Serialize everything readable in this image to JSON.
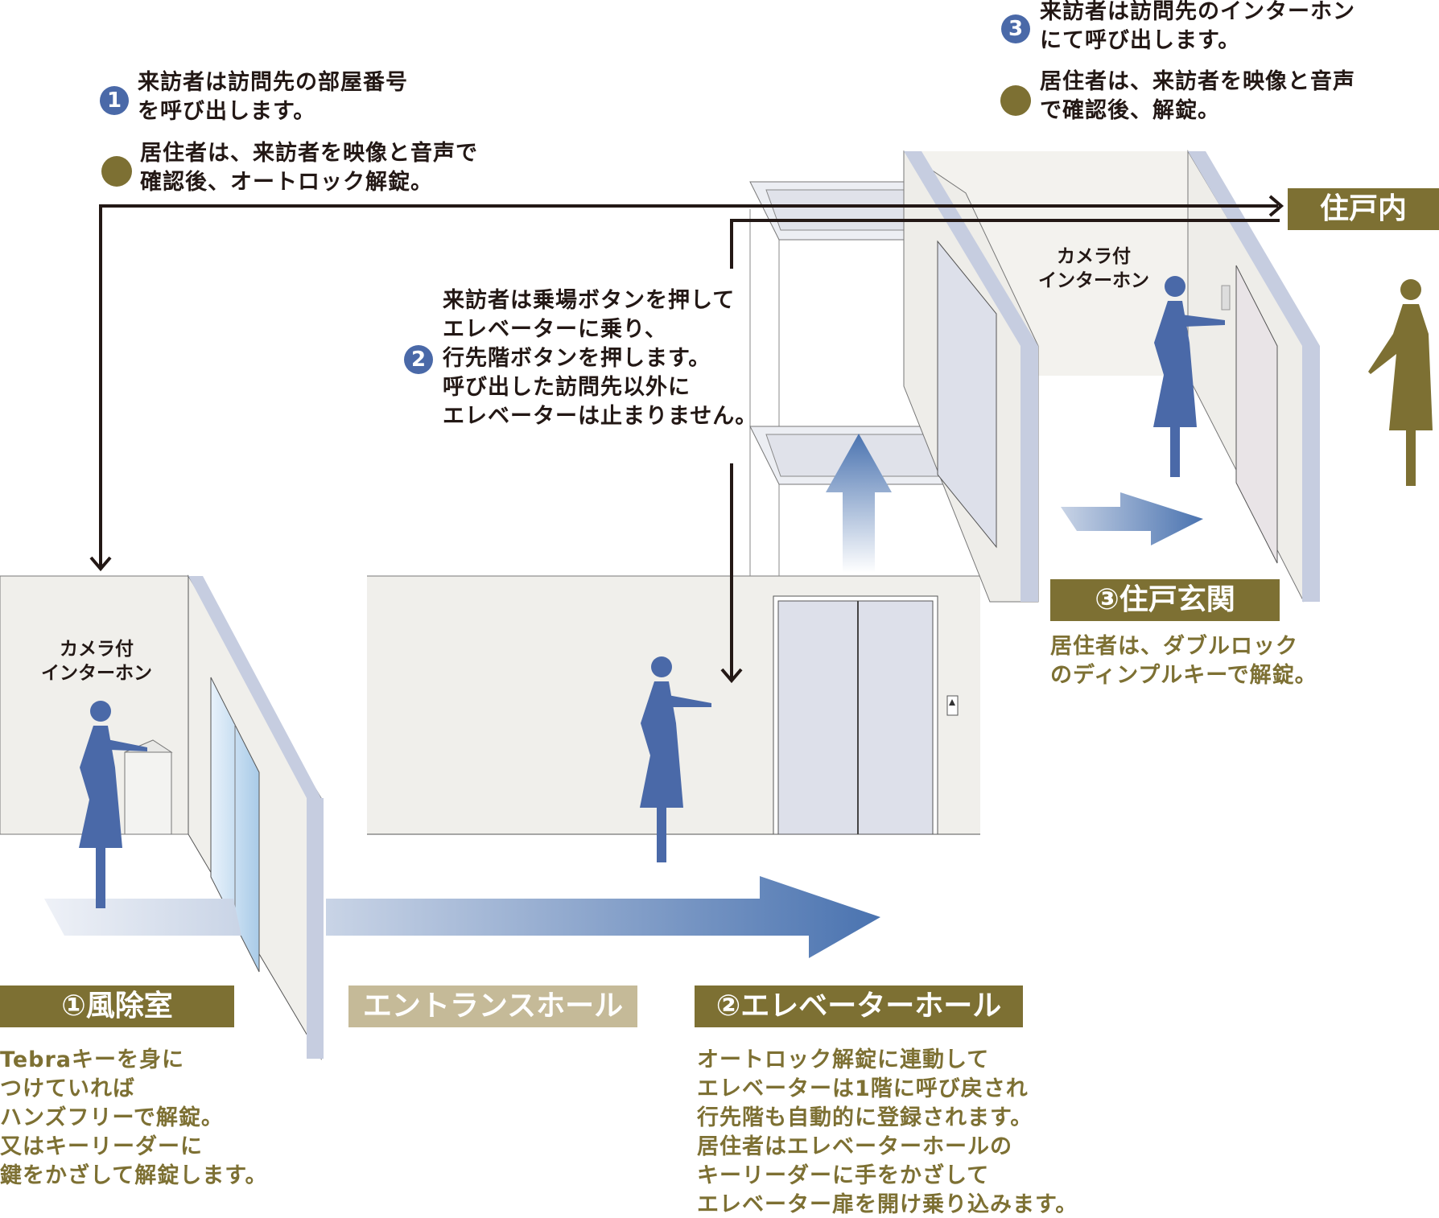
{
  "colors": {
    "visitor": "#4a69a8",
    "resident": "#7d7033",
    "label_bg": "#7d7033",
    "label_bg_light": "#c5ba98",
    "wall_accent": "#c6cde0"
  },
  "step1": {
    "badge": "1",
    "visitor_text": [
      "来訪者は訪問先の部屋番号",
      "を呼び出します。"
    ],
    "resident_text": [
      "居住者は、来訪者を映像と音声で",
      "確認後、オートロック解錠。"
    ]
  },
  "step2": {
    "badge": "2",
    "text": [
      "来訪者は乗場ボタンを押して",
      "エレベーターに乗り、",
      "行先階ボタンを押します。",
      "呼び出した訪問先以外に",
      "エレベーターは止まりません。"
    ]
  },
  "step3": {
    "badge": "3",
    "visitor_text": [
      "来訪者は訪問先のインターホン",
      "にて呼び出します。"
    ],
    "resident_text": [
      "居住者は、来訪者を映像と音声",
      "で確認後、解錠。"
    ]
  },
  "camera_intercom_label": [
    "カメラ付",
    "インターホン"
  ],
  "areas": {
    "unit_interior": "住戸内",
    "windbreak": {
      "label": "①風除室",
      "text": [
        "Tebraキーを身に",
        "つけていれば",
        "ハンズフリーで解錠。",
        "又はキーリーダーに",
        "鍵をかざして解錠します。"
      ]
    },
    "entrance_hall": {
      "label": "エントランスホール"
    },
    "elevator_hall": {
      "label": "②エレベーターホール",
      "text": [
        "オートロック解錠に連動して",
        "エレベーターは1階に呼び戻され",
        "行先階も自動的に登録されます。",
        "居住者はエレベーターホールの",
        "キーリーダーに手をかざして",
        "エレベーター扉を開け乗り込みます。"
      ]
    },
    "unit_entrance": {
      "label": "③住戸玄関",
      "text": [
        "居住者は、ダブルロック",
        "のディンプルキーで解錠。"
      ]
    }
  }
}
